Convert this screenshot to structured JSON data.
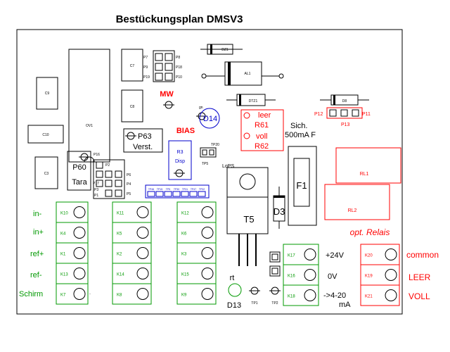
{
  "title": "Bestückungsplan DMSV3",
  "colors": {
    "green": "#009900",
    "red": "#ff0000",
    "blue": "#0000cc",
    "black": "#000000",
    "grey": "#888888"
  },
  "components": {
    "c7": "C7",
    "c8": "C8",
    "c9": "C9",
    "c10": "C10",
    "c3": "C3",
    "ov1": "OV1",
    "p7": "P7",
    "p8": "P8",
    "p9": "P9",
    "p18": "P18",
    "p19": "P19",
    "p10": "P10",
    "dz1": "DZ1",
    "al1": "AL1",
    "dtz1": "DTZ1",
    "d8": "D8",
    "mw": "MW",
    "bias": "BIAS",
    "gn": "gn",
    "d14": "D14",
    "leer": "leer",
    "r61": "R61",
    "voll": "voll",
    "r62": "R62",
    "p12": "P12",
    "p11": "P11",
    "p13": "P13",
    "sich": "Sich.",
    "sich_val": "500mA F",
    "p63": "P63",
    "verst": "Verst.",
    "r3": "R3",
    "disp": "Disp",
    "tp20": "TP20",
    "tp5": "TP5",
    "lops": "LoPS",
    "p16": "P16",
    "p2": "P2",
    "p6": "P6",
    "p17": "P17",
    "p4": "P4",
    "p3": "P3",
    "p1": "P1",
    "p5": "P5",
    "p60": "P60",
    "tara": "Tara",
    "f1": "F1",
    "t5": "T5",
    "d3": "D3",
    "rl1": "RL1",
    "rl2": "RL2",
    "opt_relais": "opt. Relais",
    "rt": "rt",
    "d13": "D13",
    "tp1": "TP1",
    "tp2": "TP2",
    "dot": "."
  },
  "terminal_labels": {
    "in_minus": "in-",
    "in_plus": "in+",
    "ref_plus": "ref+",
    "ref_minus": "ref-",
    "schirm": "Schirm",
    "v24": "+24V",
    "v0": "0V",
    "ma1": "->4-20",
    "ma2": "mA",
    "common": "common",
    "leer": "LEER",
    "voll": "VOLL"
  },
  "terminals": {
    "col1": [
      "K10",
      "K4",
      "K1",
      "K13",
      "K7"
    ],
    "col2": [
      "K11",
      "K5",
      "K2",
      "K14",
      "K8"
    ],
    "col3": [
      "K12",
      "K6",
      "K3",
      "K15",
      "K9"
    ],
    "col4": [
      "K17",
      "K16",
      "K18"
    ],
    "col5": [
      "K20",
      "K19",
      "K21"
    ]
  },
  "connector_pins": [
    "TP46",
    "TP15",
    "TP5",
    "TP30",
    "TP31",
    "TP47",
    "TP32"
  ]
}
